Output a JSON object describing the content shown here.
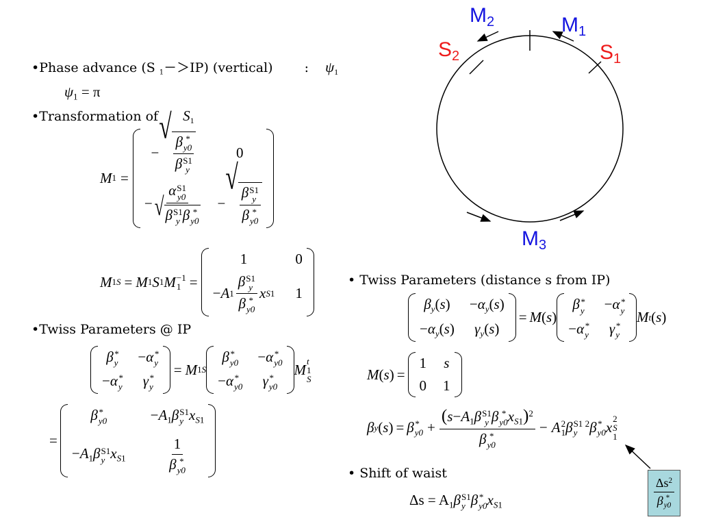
{
  "slide": {
    "bullet": "•",
    "phase_advance_text": "Phase advance (S",
    "phase_advance_sub": "1",
    "phase_advance_rest": "－＞IP) (vertical)",
    "phase_colon": ":",
    "psi": "ψ",
    "psi_sub": "1",
    "psi_equals_pi": "= π",
    "transformation_text": "Transformation of",
    "S_symbol": "S",
    "S_sub": "1",
    "twiss_ip_text": "Twiss Parameters @ IP",
    "twiss_distance_text": "Twiss Parameters (distance s from IP)",
    "shift_waist_text": "Shift of waist",
    "shift_waist_eq": "Δs = A",
    "box_num": "Δs",
    "box_num_sup": "2",
    "box_den": "β",
    "ring_labels": {
      "M1": "M",
      "M1_sub": "1",
      "M2": "M",
      "M2_sub": "2",
      "M3": "M",
      "M3_sub": "3",
      "S1": "S",
      "S1_sub": "1",
      "S2": "S",
      "S2_sub": "2"
    },
    "colors": {
      "blue": "#1515e0",
      "red": "#ee1c1c",
      "box": "#a8d8de"
    }
  }
}
